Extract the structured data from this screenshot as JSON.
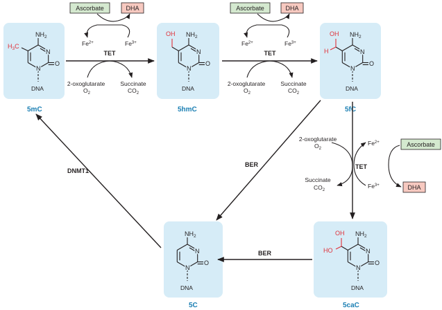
{
  "molecules": [
    {
      "id": "5mC",
      "label": "5mC",
      "substituent": "H3C"
    },
    {
      "id": "5hmC",
      "label": "5hmC",
      "substituent": "OH"
    },
    {
      "id": "5fC",
      "label": "5fC",
      "substituent": "OH / H"
    },
    {
      "id": "5caC",
      "label": "5caC",
      "substituent": "OH / HO"
    },
    {
      "id": "5C",
      "label": "5C",
      "substituent": ""
    }
  ],
  "ring_text": {
    "nh2": "NH",
    "nh2_sub": "2",
    "n": "N",
    "o": "O",
    "dna": "DNA"
  },
  "substituent_text": {
    "h3c_h": "H",
    "h3c_sub": "3",
    "h3c_c": "C",
    "oh": "OH",
    "h": "H",
    "ho": "HO"
  },
  "cofactors": {
    "ascorbate": "Ascorbate",
    "dha": "DHA",
    "fe2": "Fe",
    "fe2_sup": "2+",
    "fe3": "Fe",
    "fe3_sup": "3+",
    "oxoglutarate": "2-oxoglutarate",
    "o2": "O",
    "o2_sub": "2",
    "succinate": "Succinate",
    "co2": "CO",
    "co2_sub": "2"
  },
  "enzymes": {
    "tet": "TET",
    "ber": "BER",
    "dnmt1": "DNMT1"
  },
  "colors": {
    "box_fill": "#d6ecf7",
    "ascorbate_fill": "#d4e9cf",
    "dha_fill": "#f7c9c0",
    "label_blue": "#1b7fb3",
    "highlight_red": "#e0313a",
    "ink": "#231f20"
  }
}
